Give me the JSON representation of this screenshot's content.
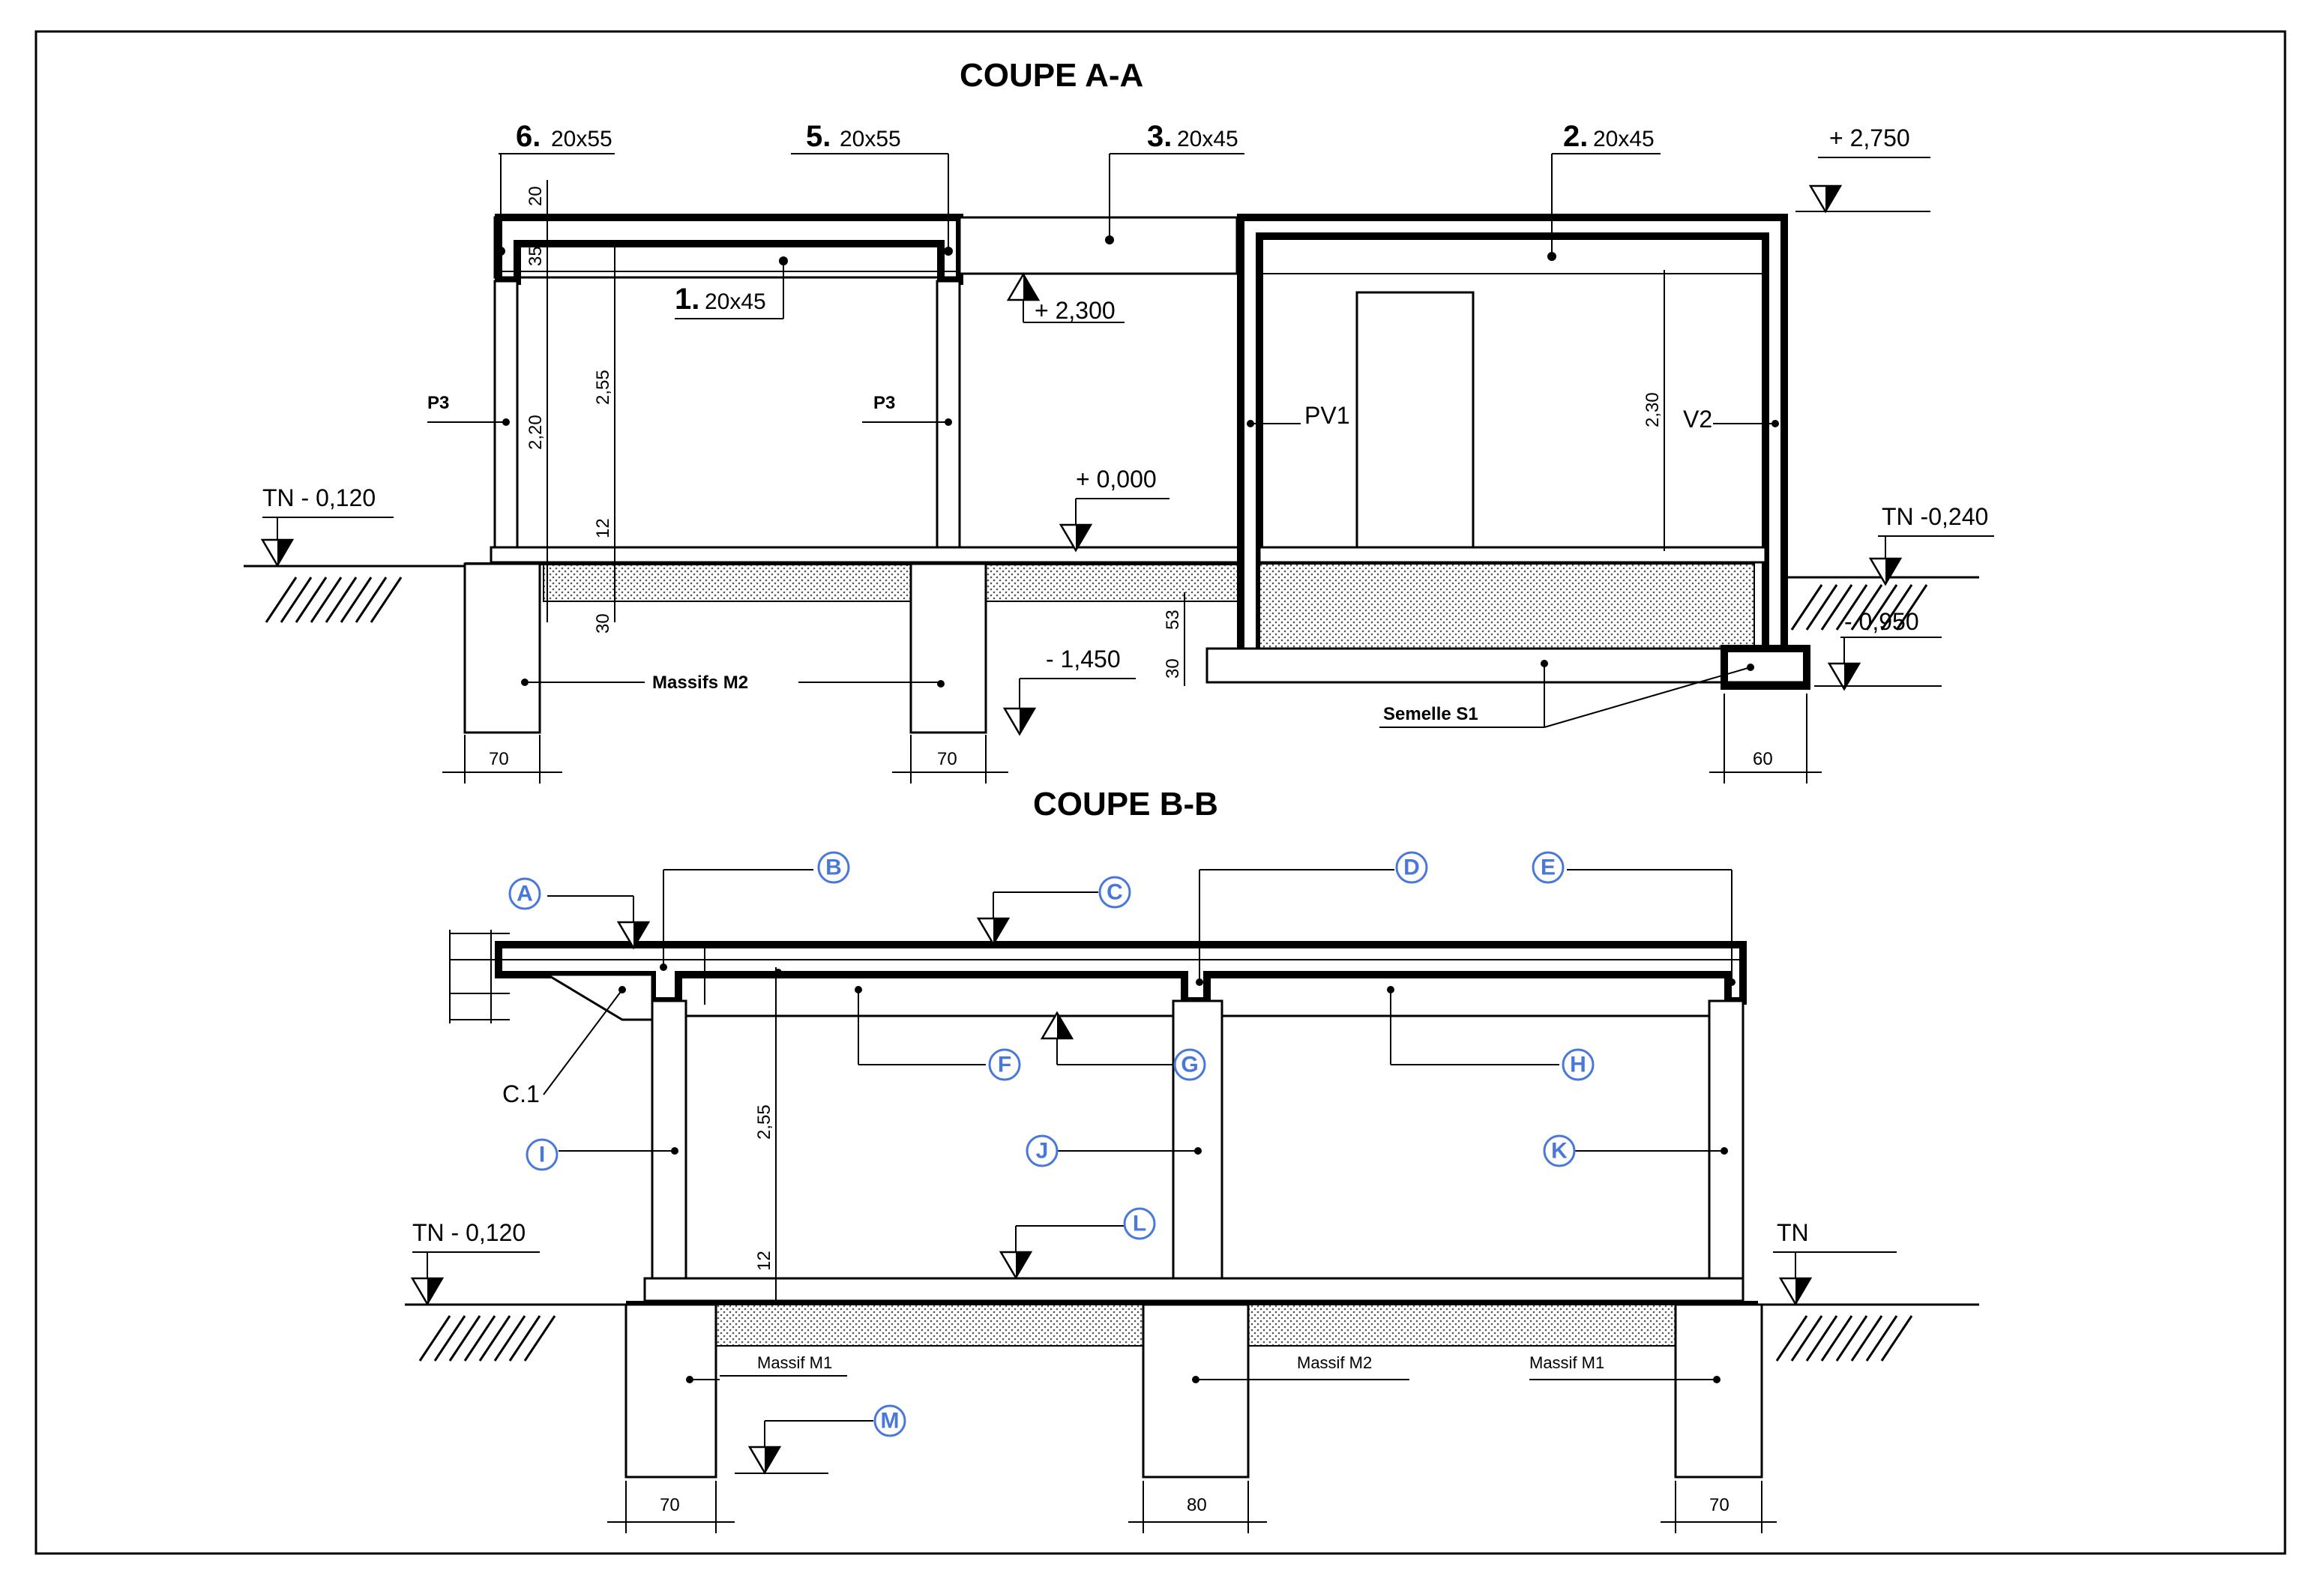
{
  "titles": {
    "section_aa": "COUPE A-A",
    "section_bb": "COUPE B-B"
  },
  "section_aa": {
    "beams": [
      {
        "num": "6.",
        "size": "20x55"
      },
      {
        "num": "5.",
        "size": "20x55"
      },
      {
        "num": "3.",
        "size": "20x45"
      },
      {
        "num": "2.",
        "size": "20x45"
      },
      {
        "num": "1.",
        "size": "20x45"
      }
    ],
    "levels": {
      "top": "+ 2,750",
      "mid": "+ 2,300",
      "floor": "+ 0,000",
      "tn_left": "TN - 0,120",
      "tn_right": "TN -0,240",
      "bottom_left": "- 1,450",
      "bottom_right": "- 0,950"
    },
    "posts": {
      "p3_left": "P3",
      "p3_right": "P3",
      "pv1": "PV1",
      "v2": "V2"
    },
    "dims": {
      "d20": "20",
      "d35": "35",
      "d220": "2,20",
      "d255": "2,55",
      "d12": "12",
      "d30": "30",
      "d53": "53",
      "d30b": "30",
      "d230": "2,30",
      "w70a": "70",
      "w70b": "70",
      "w60": "60"
    },
    "labels": {
      "massifs": "Massifs M2",
      "semelle": "Semelle S1"
    }
  },
  "section_bb": {
    "levels": {
      "tn_left": "TN - 0,120",
      "tn_right": "TN"
    },
    "labels": {
      "c1": "C.1",
      "massif_m1_left": "Massif M1",
      "massif_m2": "Massif M2",
      "massif_m1_right": "Massif M1"
    },
    "dims": {
      "d255": "2,55",
      "d12": "12",
      "w70a": "70",
      "w80": "80",
      "w70b": "70"
    },
    "callouts": [
      "A",
      "B",
      "C",
      "D",
      "E",
      "F",
      "G",
      "H",
      "I",
      "J",
      "K",
      "L",
      "M"
    ]
  },
  "colors": {
    "callout": "#4a78d8",
    "ink": "#000000"
  }
}
